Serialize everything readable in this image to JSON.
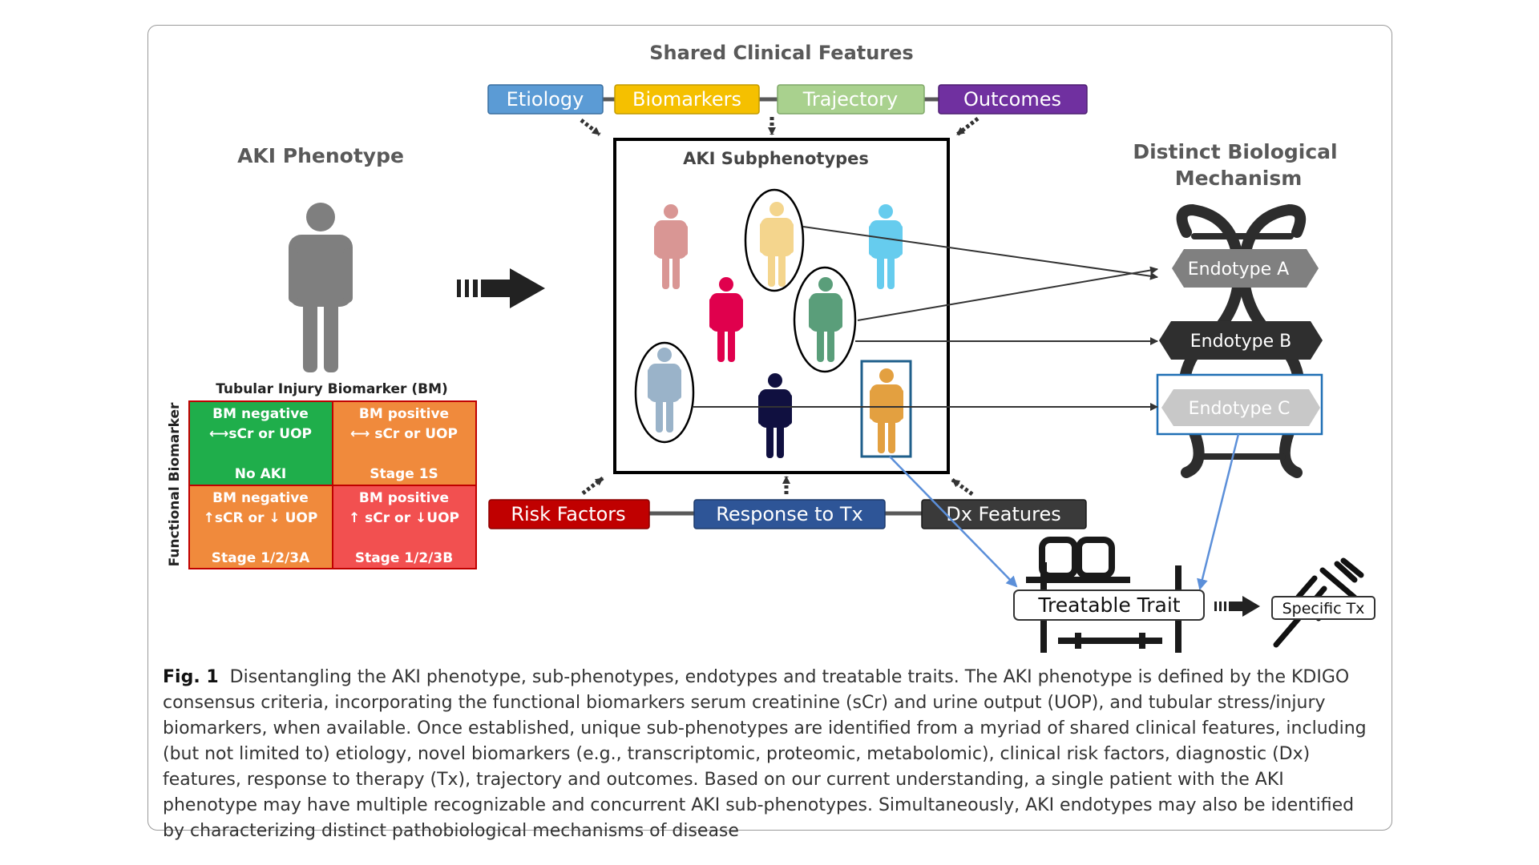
{
  "shared_title": "Shared Clinical Features",
  "top_features": [
    {
      "label": "Etiology",
      "color": "#5b9bd5"
    },
    {
      "label": "Biomarkers",
      "color": "#f5c000"
    },
    {
      "label": "Trajectory",
      "color": "#a9d18e"
    },
    {
      "label": "Outcomes",
      "color": "#7030a0"
    }
  ],
  "bottom_features": [
    {
      "label": "Risk Factors",
      "color": "#c00000"
    },
    {
      "label": "Response to Tx",
      "color": "#2e5597"
    },
    {
      "label": "Dx Features",
      "color": "#3a3a3a"
    }
  ],
  "phenotype_title": "AKI Phenotype",
  "subphenotypes_title": "AKI Subphenotypes",
  "mechanism_title_line1": "Distinct Biological",
  "mechanism_title_line2": "Mechanism",
  "endotypes": [
    {
      "label": "Endotype A",
      "color": "#808080"
    },
    {
      "label": "Endotype B",
      "color": "#2f2f2f"
    },
    {
      "label": "Endotype C",
      "color": "#c8c8c8"
    }
  ],
  "grid": {
    "top_label": "Tubular Injury Biomarker (BM)",
    "side_label": "Functional Biomarker",
    "cells": [
      {
        "line1": "BM negative",
        "line2": "⟷sCr or UOP",
        "line3": "No AKI",
        "color": "#1fae4b"
      },
      {
        "line1": "BM positive",
        "line2": "⟷ sCr or UOP",
        "line3": "Stage 1S",
        "color": "#f08a3c"
      },
      {
        "line1": "BM negative",
        "line2": "↑sCR or ↓ UOP",
        "line3": "Stage 1/2/3A",
        "color": "#f08a3c"
      },
      {
        "line1": "BM positive",
        "line2": "↑ sCr or ↓UOP",
        "line3": "Stage 1/2/3B",
        "color": "#f25050"
      }
    ]
  },
  "treatable_trait": "Treatable Trait",
  "specific_tx": "Specific Tx",
  "caption_label": "Fig. 1",
  "caption_text": "Disentangling the AKI phenotype, sub-phenotypes, endotypes and treatable traits. The AKI phenotype is defined by the KDIGO consensus criteria, incorporating the functional biomarkers serum creatinine (sCr) and urine output (UOP), and tubular stress/injury biomarkers, when available. Once established, unique sub-phenotypes are identified from a myriad of shared clinical features, including (but not limited to) etiology, novel biomarkers (e.g., transcriptomic, proteomic, metabolomic), clinical risk factors, diagnostic (Dx) features, response to therapy (Tx), trajectory and outcomes. Based on our current understanding, a single patient with the AKI phenotype may have multiple recognizable and concurrent AKI sub-phenotypes. Simultaneously, AKI endotypes may also be identified by characterizing distinct pathobiological mechanisms of disease",
  "person_colors": {
    "phenotype": "#7f7f7f",
    "rose": "#d99694",
    "yellow": "#f4d58d",
    "cyan": "#66ccee",
    "red": "#e0004d",
    "green": "#5a9e7a",
    "steel": "#9ab3c9",
    "navy": "#101040",
    "orange": "#e3a040"
  }
}
